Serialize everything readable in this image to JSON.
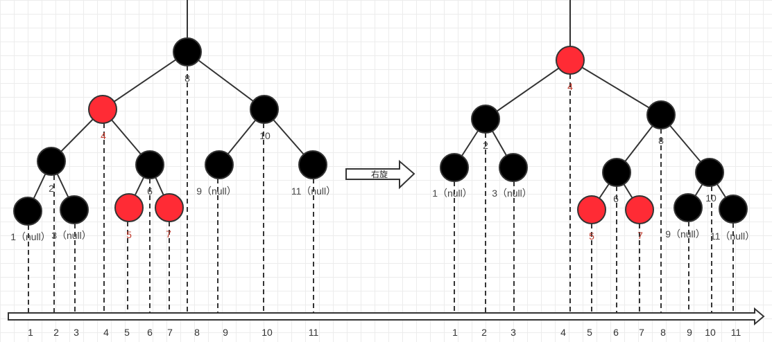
{
  "operation_label": "右旋",
  "colors": {
    "black_node": "#000000",
    "red_node": "#ff2b35",
    "edge": "#333333",
    "label": "#444444"
  },
  "before": {
    "nodes": [
      {
        "id": "8",
        "color": "black",
        "label": "8"
      },
      {
        "id": "4",
        "color": "red",
        "label": "4"
      },
      {
        "id": "10",
        "color": "black",
        "label": "10"
      },
      {
        "id": "2",
        "color": "black",
        "label": "2"
      },
      {
        "id": "6",
        "color": "black",
        "label": "6"
      },
      {
        "id": "9",
        "color": "black",
        "label": "9（null）"
      },
      {
        "id": "11",
        "color": "black",
        "label": "11（null）"
      },
      {
        "id": "1",
        "color": "black",
        "label": "1（null）"
      },
      {
        "id": "3",
        "color": "black",
        "label": "3（null）"
      },
      {
        "id": "5",
        "color": "red",
        "label": "5"
      },
      {
        "id": "7",
        "color": "red",
        "label": "7"
      }
    ],
    "edges": [
      [
        "8",
        "4"
      ],
      [
        "8",
        "10"
      ],
      [
        "4",
        "2"
      ],
      [
        "4",
        "6"
      ],
      [
        "10",
        "9"
      ],
      [
        "10",
        "11"
      ],
      [
        "2",
        "1"
      ],
      [
        "2",
        "3"
      ],
      [
        "6",
        "5"
      ],
      [
        "6",
        "7"
      ]
    ],
    "axis_labels": [
      "1",
      "2",
      "3",
      "4",
      "5",
      "6",
      "7",
      "8",
      "9",
      "10",
      "11"
    ]
  },
  "after": {
    "nodes": [
      {
        "id": "4",
        "color": "red",
        "label": "4"
      },
      {
        "id": "2",
        "color": "black",
        "label": "2"
      },
      {
        "id": "8",
        "color": "black",
        "label": "8"
      },
      {
        "id": "1",
        "color": "black",
        "label": "1（null）"
      },
      {
        "id": "3",
        "color": "black",
        "label": "3（null）"
      },
      {
        "id": "6",
        "color": "black",
        "label": "6"
      },
      {
        "id": "10",
        "color": "black",
        "label": "10"
      },
      {
        "id": "5",
        "color": "red",
        "label": "5"
      },
      {
        "id": "7",
        "color": "red",
        "label": "7"
      },
      {
        "id": "9",
        "color": "black",
        "label": "9（null）"
      },
      {
        "id": "11",
        "color": "black",
        "label": "11（null）"
      }
    ],
    "edges": [
      [
        "4",
        "2"
      ],
      [
        "4",
        "8"
      ],
      [
        "2",
        "1"
      ],
      [
        "2",
        "3"
      ],
      [
        "8",
        "6"
      ],
      [
        "8",
        "10"
      ],
      [
        "6",
        "5"
      ],
      [
        "6",
        "7"
      ],
      [
        "10",
        "9"
      ],
      [
        "10",
        "11"
      ]
    ],
    "axis_labels": [
      "1",
      "2",
      "3",
      "4",
      "5",
      "6",
      "7",
      "8",
      "9",
      "10",
      "11"
    ]
  }
}
